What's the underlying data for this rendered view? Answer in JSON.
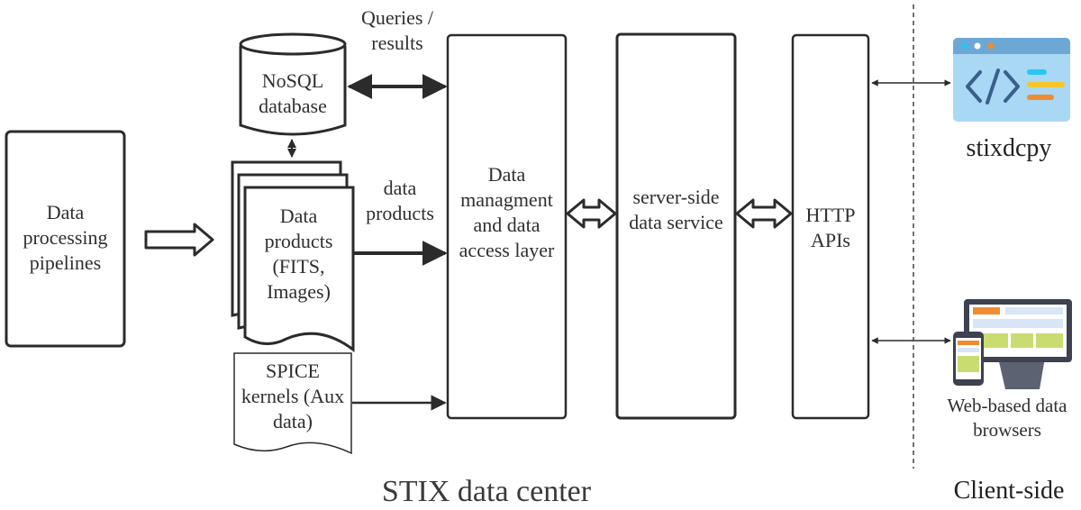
{
  "nodes": {
    "pipelines": "Data processing pipelines",
    "nosql": "NoSQL database",
    "data_products": "Data products (FITS, Images)",
    "spice": "SPICE kernels (Aux data)",
    "dm_layer": "Data managment and data access layer",
    "server": "server-side data service",
    "http": "HTTP APIs",
    "stixdcpy": "stixdcpy",
    "web_browsers": "Web-based data browsers"
  },
  "edges": {
    "queries": "Queries / results",
    "data_products": "data products"
  },
  "regions": {
    "stix_center": "STIX data center",
    "client_side": "Client-side"
  },
  "colors": {
    "stroke": "#2b2b2b",
    "code_window_bg": "#a9d8f4",
    "code_window_bar": "#6da7d6",
    "code_glyph": "#3a5f8c",
    "accent_cyan": "#27c7f0",
    "accent_yellow": "#f7c52b",
    "accent_orange": "#f18b2f",
    "monitor_frame": "#3d4150",
    "screen_green": "#c9dc72",
    "screen_blue": "#d7e5f7"
  }
}
